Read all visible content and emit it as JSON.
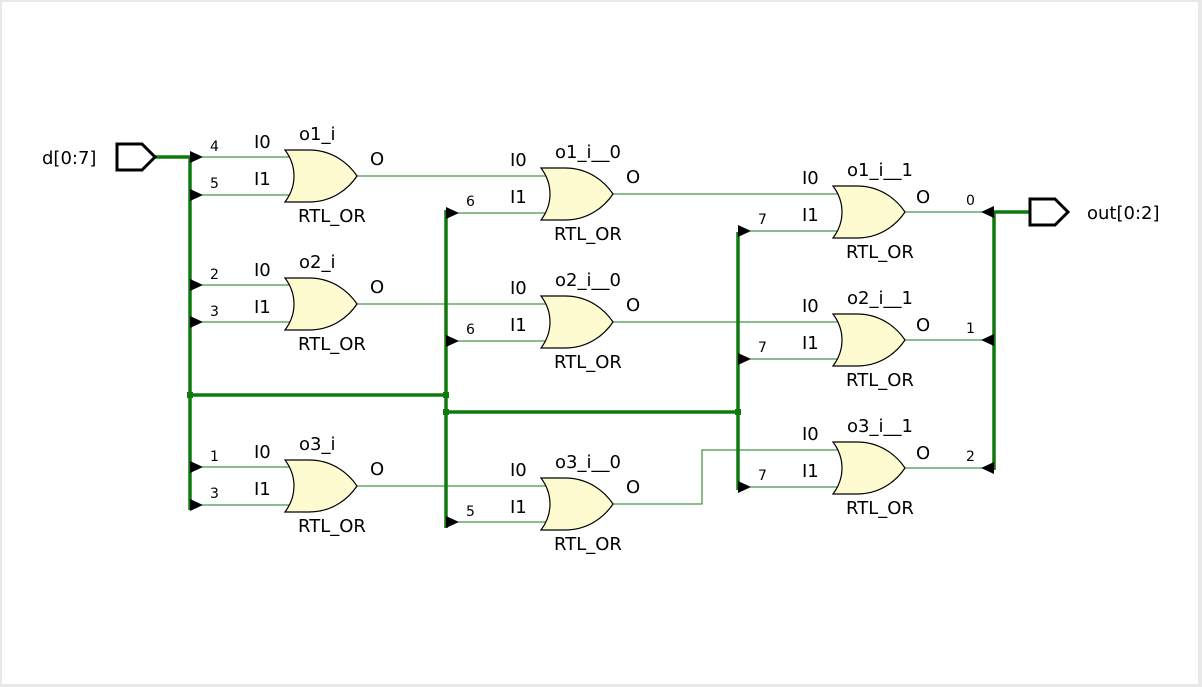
{
  "ports": {
    "input": {
      "label": "d[0:7]"
    },
    "output": {
      "label": "out[0:2]"
    }
  },
  "gates": [
    {
      "id": "o1_i",
      "type": "RTL_OR",
      "in0_label": "I0",
      "in1_label": "I1",
      "out_label": "O",
      "in0_bit": "4",
      "in1_bit": "5"
    },
    {
      "id": "o2_i",
      "type": "RTL_OR",
      "in0_label": "I0",
      "in1_label": "I1",
      "out_label": "O",
      "in0_bit": "2",
      "in1_bit": "3"
    },
    {
      "id": "o3_i",
      "type": "RTL_OR",
      "in0_label": "I0",
      "in1_label": "I1",
      "out_label": "O",
      "in0_bit": "1",
      "in1_bit": "3"
    },
    {
      "id": "o1_i__0",
      "type": "RTL_OR",
      "in0_label": "I0",
      "in1_label": "I1",
      "out_label": "O",
      "in1_bit": "6"
    },
    {
      "id": "o2_i__0",
      "type": "RTL_OR",
      "in0_label": "I0",
      "in1_label": "I1",
      "out_label": "O",
      "in1_bit": "6"
    },
    {
      "id": "o3_i__0",
      "type": "RTL_OR",
      "in0_label": "I0",
      "in1_label": "I1",
      "out_label": "O",
      "in1_bit": "5"
    },
    {
      "id": "o1_i__1",
      "type": "RTL_OR",
      "in0_label": "I0",
      "in1_label": "I1",
      "out_label": "O",
      "in1_bit": "7",
      "out_bit": "0"
    },
    {
      "id": "o2_i__1",
      "type": "RTL_OR",
      "in0_label": "I0",
      "in1_label": "I1",
      "out_label": "O",
      "in1_bit": "7",
      "out_bit": "1"
    },
    {
      "id": "o3_i__1",
      "type": "RTL_OR",
      "in0_label": "I0",
      "in1_label": "I1",
      "out_label": "O",
      "in1_bit": "7",
      "out_bit": "2"
    }
  ],
  "colors": {
    "wire": "#1a7a1a",
    "bus": "#0e7a0e",
    "gate_fill": "#fffbd0",
    "background": "#ffffff",
    "frame": "#e8e8e8"
  }
}
